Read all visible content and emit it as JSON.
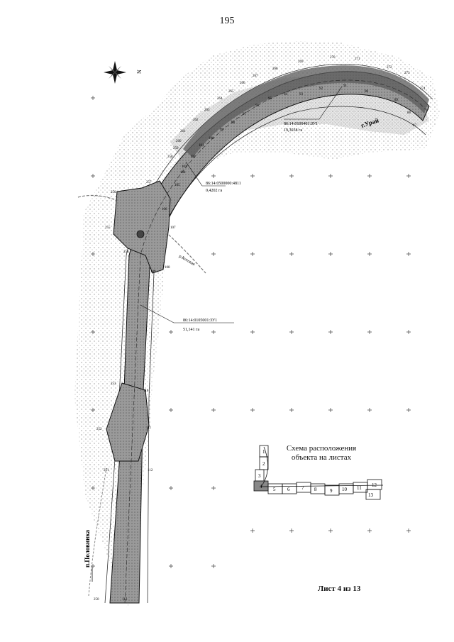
{
  "page_number": "195",
  "north_label": "N",
  "parcels": [
    {
      "id": "86:14:0100401:ЗУ1",
      "area": "19,3038 га"
    },
    {
      "id": "86:14:0500000:4811",
      "area": "0,4202 га"
    },
    {
      "id": "86:14:0105001:ЗУ1",
      "area": "51,141 га"
    }
  ],
  "rivers": {
    "ural": "г.Урай",
    "kotovaya": "р.Котовая",
    "polovinka": "п.Половинка"
  },
  "point_labels": {
    "outer_arc": [
      "274",
      "273",
      "272",
      "271",
      "270",
      "269",
      "268",
      "267",
      "266",
      "265",
      "264",
      "263",
      "262",
      "261",
      "260",
      "259",
      "258",
      "257",
      "256",
      "255",
      "254",
      "253",
      "252",
      "251",
      "250"
    ],
    "inner_arc": [
      "87",
      "88",
      "89",
      "90",
      "91",
      "92",
      "93",
      "94",
      "95",
      "96",
      "97",
      "98",
      "99",
      "100",
      "101",
      "102",
      "103",
      "104",
      "105",
      "106",
      "107",
      "108",
      "109",
      "110",
      "111",
      "112",
      "113"
    ]
  },
  "scheme": {
    "title_line1": "Схема расположения",
    "title_line2": "объекта на листах",
    "sheets": [
      "1",
      "2",
      "3",
      "4",
      "5",
      "6",
      "7",
      "8",
      "9",
      "10",
      "11",
      "12",
      "13"
    ],
    "current_sheet": "4"
  },
  "sheet_caption": "Лист 4 из 13",
  "colors": {
    "corridor": "#8a8a8a",
    "corridor_dark": "#5a5a5a",
    "stipple": "#bdbdbd",
    "line": "#111111"
  }
}
